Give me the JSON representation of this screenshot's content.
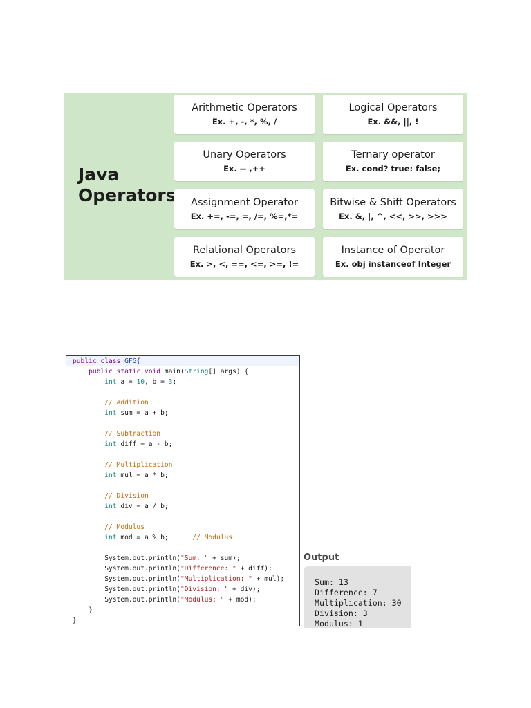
{
  "infographic": {
    "title_line1": "Java",
    "title_line2": "Operators",
    "background_color": "#cfe7c8",
    "cards": [
      {
        "name": "Arithmetic Operators",
        "example": "Ex. +, -, *, %, /"
      },
      {
        "name": "Logical Operators",
        "example": "Ex. &&, ||, !"
      },
      {
        "name": "Unary Operators",
        "example": "Ex. -- ,++"
      },
      {
        "name": "Ternary operator",
        "example": "Ex. cond? true: false;"
      },
      {
        "name": "Assignment Operator",
        "example": "Ex. +=, -=, =, /=, %=,*="
      },
      {
        "name": "Bitwise & Shift Operators",
        "example": "Ex. &, |, ^, <<, >>, >>>"
      },
      {
        "name": "Relational Operators",
        "example": "Ex. >, <, ==, <=, >=, !="
      },
      {
        "name": "Instance of Operator",
        "example": "Ex. obj instanceof Integer"
      }
    ]
  },
  "code": {
    "lines": [
      [
        {
          "t": "public class ",
          "c": "kw"
        },
        {
          "t": "GFG",
          "c": "cls"
        },
        {
          "t": "{",
          "c": "cls"
        }
      ],
      [
        {
          "t": "    "
        },
        {
          "t": "public static void ",
          "c": "kw"
        },
        {
          "t": "main("
        },
        {
          "t": "String",
          "c": "ty"
        },
        {
          "t": "[] args) {"
        }
      ],
      [
        {
          "t": "        "
        },
        {
          "t": "int",
          "c": "ty"
        },
        {
          "t": " a = "
        },
        {
          "t": "10",
          "c": "num"
        },
        {
          "t": ", b = "
        },
        {
          "t": "3",
          "c": "num"
        },
        {
          "t": ";"
        }
      ],
      [],
      [
        {
          "t": "        "
        },
        {
          "t": "// Addition",
          "c": "cm"
        }
      ],
      [
        {
          "t": "        "
        },
        {
          "t": "int",
          "c": "ty"
        },
        {
          "t": " sum = a + b;"
        }
      ],
      [],
      [
        {
          "t": "        "
        },
        {
          "t": "// Subtraction",
          "c": "cm"
        }
      ],
      [
        {
          "t": "        "
        },
        {
          "t": "int",
          "c": "ty"
        },
        {
          "t": " diff = a - b;"
        }
      ],
      [],
      [
        {
          "t": "        "
        },
        {
          "t": "// Multiplication",
          "c": "cm"
        }
      ],
      [
        {
          "t": "        "
        },
        {
          "t": "int",
          "c": "ty"
        },
        {
          "t": " mul = a * b;"
        }
      ],
      [],
      [
        {
          "t": "        "
        },
        {
          "t": "// Division",
          "c": "cm"
        }
      ],
      [
        {
          "t": "        "
        },
        {
          "t": "int",
          "c": "ty"
        },
        {
          "t": " div = a / b;"
        }
      ],
      [],
      [
        {
          "t": "        "
        },
        {
          "t": "// Modulus",
          "c": "cm"
        }
      ],
      [
        {
          "t": "        "
        },
        {
          "t": "int",
          "c": "ty"
        },
        {
          "t": " mod = a % b;      "
        },
        {
          "t": "// Modulus",
          "c": "cm"
        }
      ],
      [],
      [
        {
          "t": "        System.out.println("
        },
        {
          "t": "\"Sum: \"",
          "c": "str"
        },
        {
          "t": " + sum);"
        }
      ],
      [
        {
          "t": "        System.out.println("
        },
        {
          "t": "\"Difference: \"",
          "c": "str"
        },
        {
          "t": " + diff);"
        }
      ],
      [
        {
          "t": "        System.out.println("
        },
        {
          "t": "\"Multiplication: \"",
          "c": "str"
        },
        {
          "t": " + mul);"
        }
      ],
      [
        {
          "t": "        System.out.println("
        },
        {
          "t": "\"Division: \"",
          "c": "str"
        },
        {
          "t": " + div);"
        }
      ],
      [
        {
          "t": "        System.out.println("
        },
        {
          "t": "\"Modulus: \"",
          "c": "str"
        },
        {
          "t": " + mod);"
        }
      ],
      [
        {
          "t": "    }"
        }
      ],
      [
        {
          "t": "}"
        }
      ]
    ]
  },
  "output": {
    "label": "Output",
    "lines": [
      "Sum: 13",
      "Difference: 7",
      "Multiplication: 30",
      "Division: 3",
      "Modulus: 1"
    ]
  }
}
